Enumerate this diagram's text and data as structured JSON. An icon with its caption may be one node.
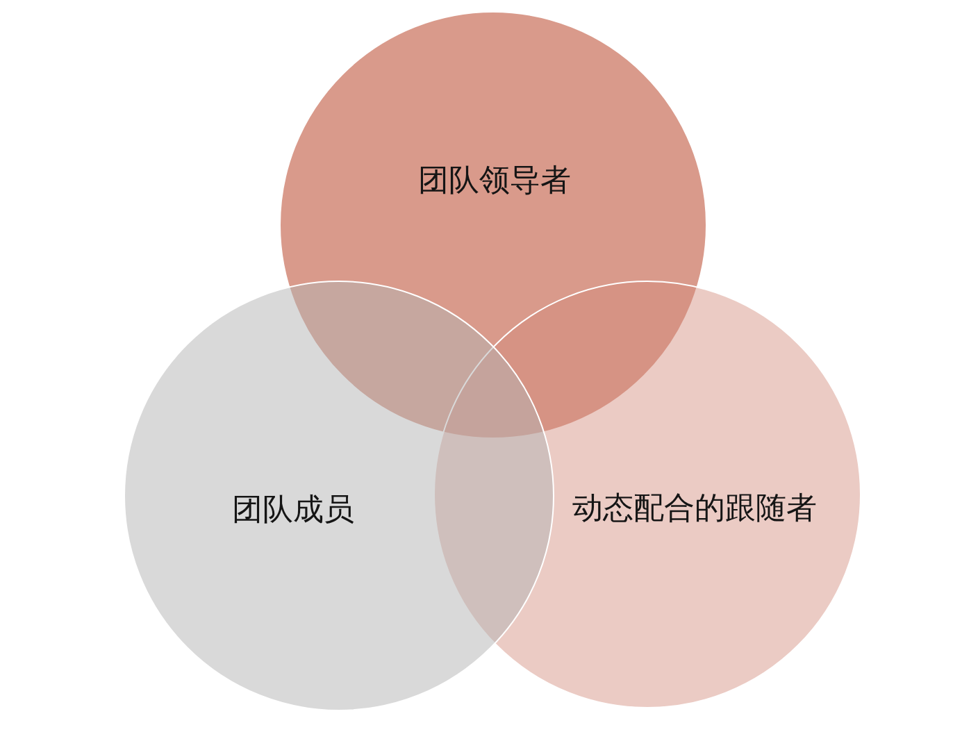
{
  "diagram": {
    "nodes": [
      {
        "text": [
          "团队领导者"
        ]
      },
      {
        "text": [
          "团队成员"
        ]
      },
      {
        "text": [
          "动态配合的跟随者"
        ]
      }
    ]
  }
}
